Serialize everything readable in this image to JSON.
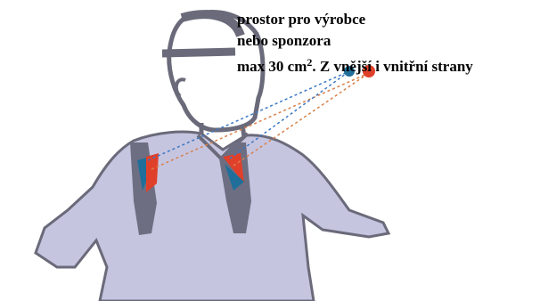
{
  "annotation": {
    "line1": "prostor pro výrobce",
    "line2": "nebo sponzora",
    "line3_pre": "max 30 cm",
    "line3_sup": "2",
    "line3_post": ". Z vnější i vnitřní strany"
  },
  "colors": {
    "figure_fill": "#c6c5e0",
    "figure_stroke": "#6a6a7a",
    "strap": "#6e6e82",
    "marker_blue": "#1f6f9a",
    "marker_red": "#e0402a",
    "leader_blue": "#3b78c4",
    "leader_orange": "#d8804a"
  },
  "icons": {
    "person": "person-with-backpack-straps",
    "marker_outer": "red-dot",
    "marker_inner": "blue-dot"
  }
}
